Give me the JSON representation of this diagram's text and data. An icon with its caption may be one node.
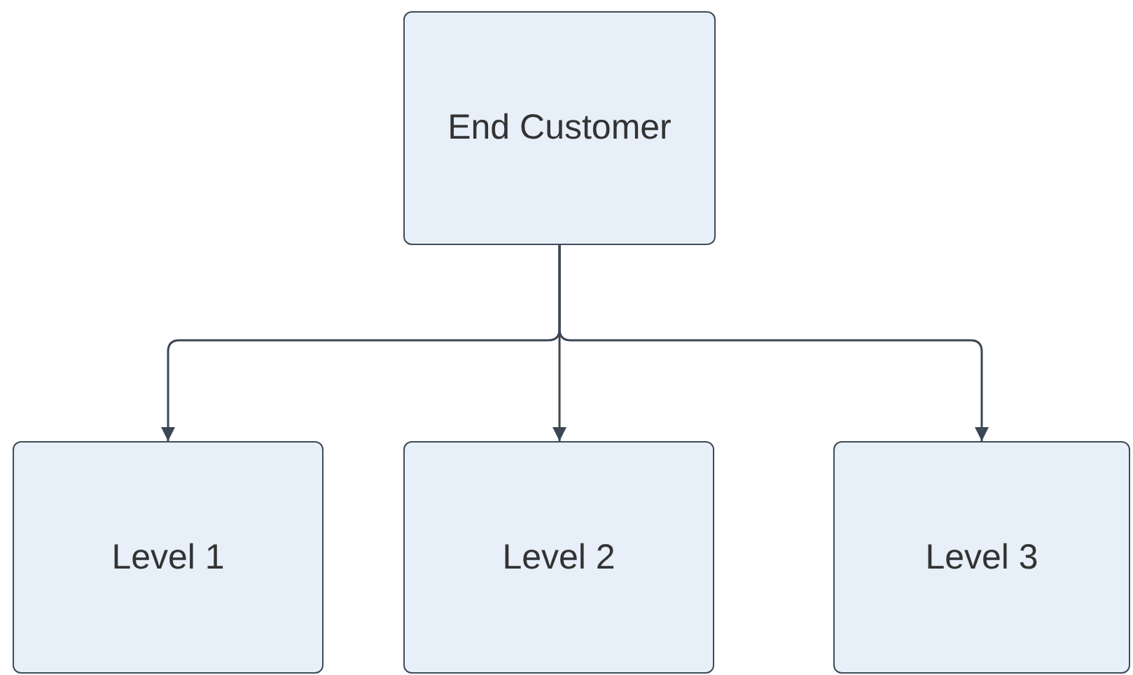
{
  "diagram": {
    "nodes": [
      {
        "text": [
          "End Customer"
        ]
      },
      {
        "text": [
          "Level 1"
        ]
      },
      {
        "text": [
          "Level 2"
        ]
      },
      {
        "text": [
          "Level 3"
        ]
      }
    ],
    "edges": [
      {
        "from": 0,
        "to": 1,
        "arrow": "to"
      },
      {
        "from": 0,
        "to": 2,
        "arrow": "to"
      },
      {
        "from": 0,
        "to": 3,
        "arrow": "to"
      }
    ]
  }
}
